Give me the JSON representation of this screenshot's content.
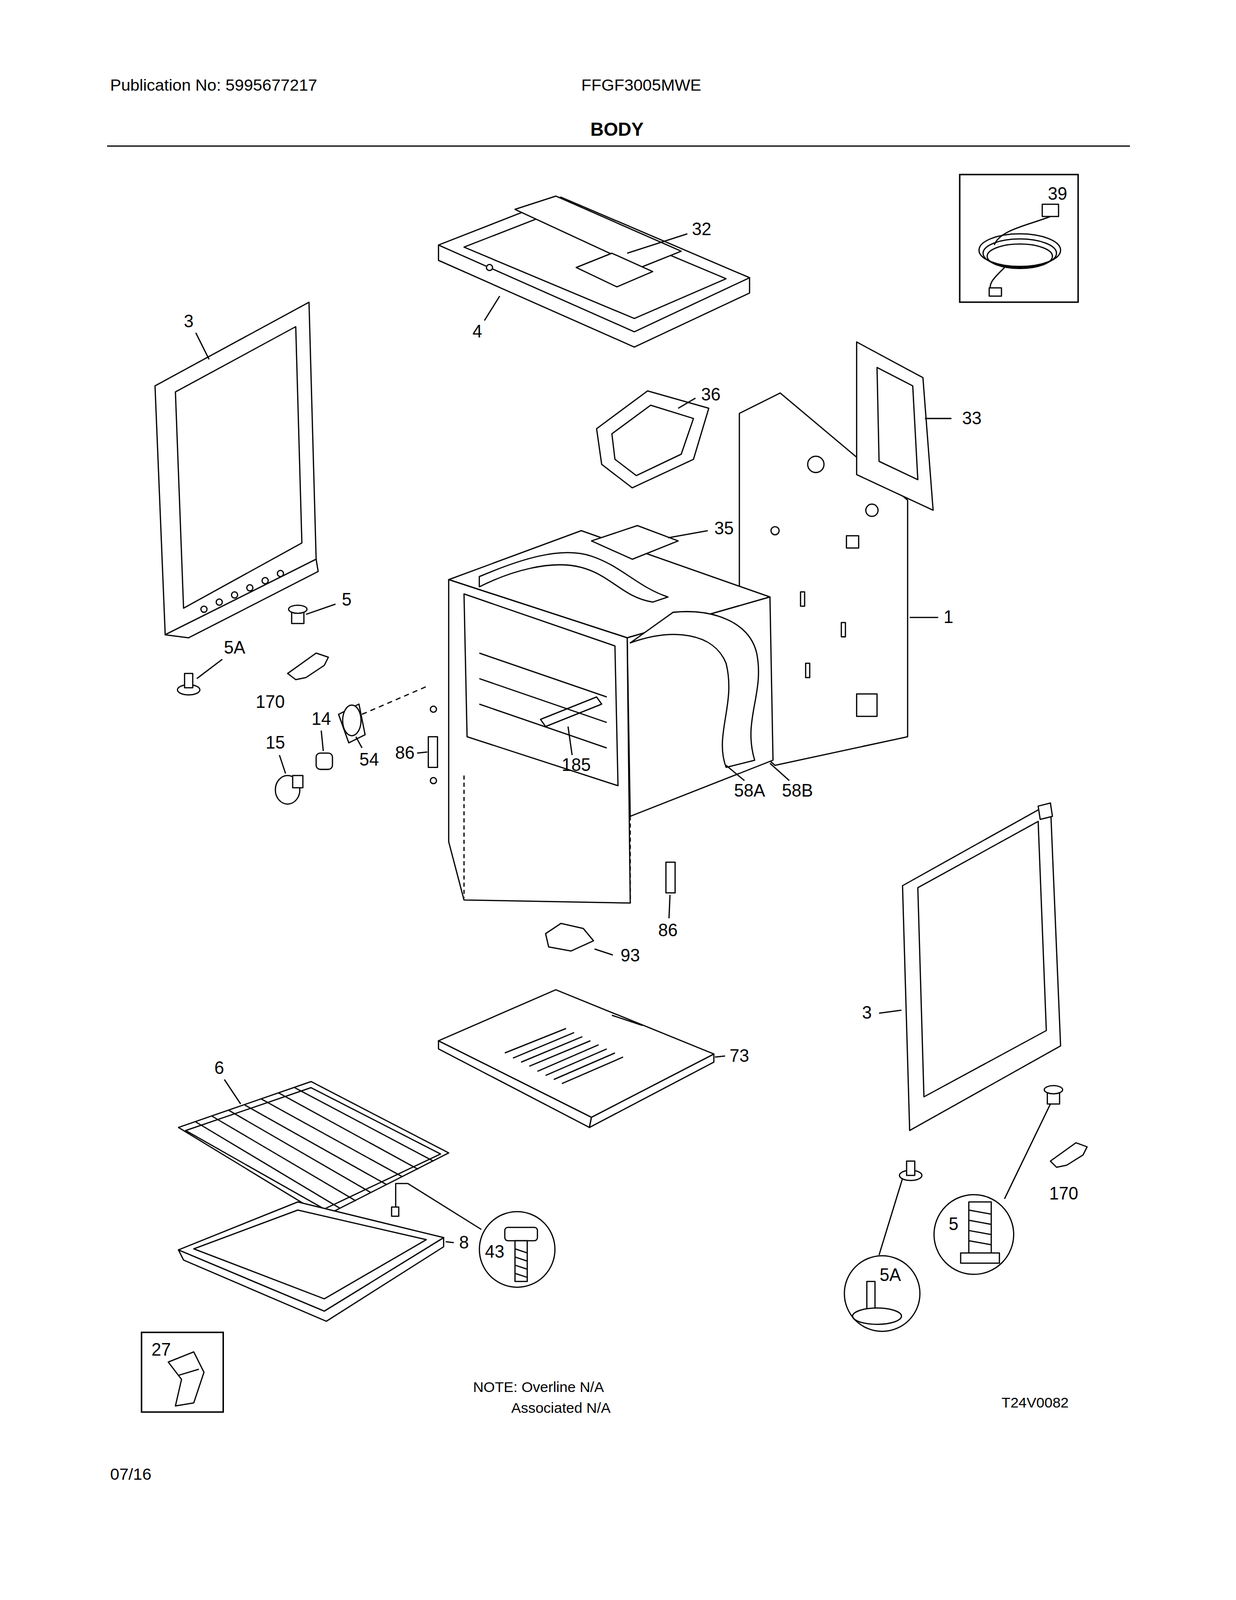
{
  "diagram": {
    "title": "BODY",
    "nodes": [
      {
        "text": [
          "39"
        ]
      },
      {
        "text": [
          "5"
        ]
      },
      {
        "text": [
          "43"
        ]
      },
      {
        "text": [
          "5A"
        ]
      },
      {
        "text": [
          "27"
        ]
      }
    ],
    "labels": [
      "Publication No: 5995677217",
      "FFGF3005MWE",
      "32",
      "4",
      "3",
      "36",
      "33",
      "35",
      "1",
      "5",
      "5A",
      "170",
      "14",
      "15",
      "54",
      "86",
      "185",
      "58A",
      "58B",
      "86",
      "93",
      "3",
      "73",
      "6",
      "170",
      "8",
      "NOTE: Overline N/A",
      "Associated N/A",
      "T24V0082",
      "07/16"
    ]
  }
}
